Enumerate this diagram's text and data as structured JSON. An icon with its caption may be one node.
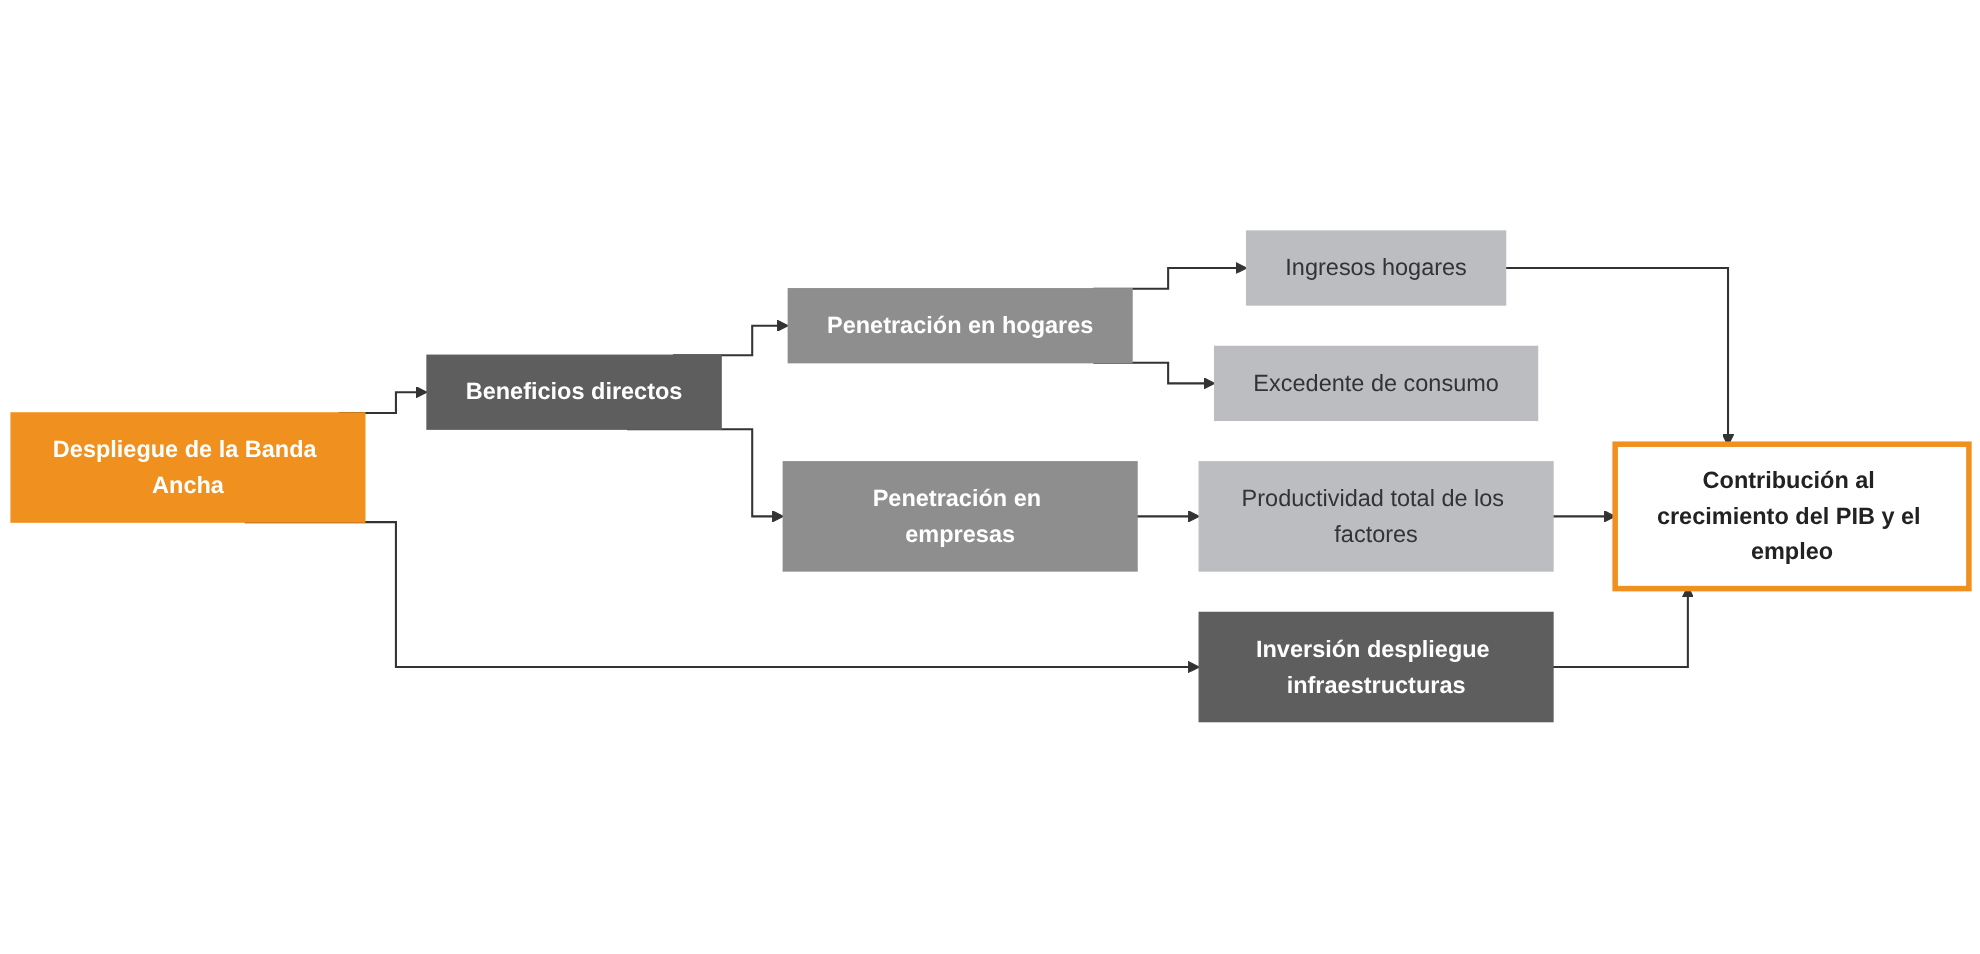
{
  "diagram": {
    "nodes": [
      {
        "text": [
          "Despliegue de la Banda Ancha"
        ]
      },
      {
        "text": [
          "Beneficios directos"
        ]
      },
      {
        "text": [
          "Inversión despliegue infraestructuras"
        ]
      },
      {
        "text": [
          "Penetración en hogares"
        ]
      },
      {
        "text": [
          "Penetración en empresas"
        ]
      },
      {
        "text": [
          "Excedente de consumo"
        ]
      },
      {
        "text": [
          "Ingresos hogares"
        ]
      },
      {
        "text": [
          "Productividad total de los factores"
        ]
      },
      {
        "text": [
          "Contribución al crecimiento del PIB y el empleo"
        ]
      }
    ],
    "edges": [
      {
        "from": 0,
        "to": 1,
        "arrow": "to"
      },
      {
        "from": 0,
        "to": 2,
        "arrow": "to"
      },
      {
        "from": 1,
        "to": 3,
        "arrow": "to"
      },
      {
        "from": 1,
        "to": 4,
        "arrow": "to"
      },
      {
        "from": 3,
        "to": 5,
        "arrow": "to"
      },
      {
        "from": 3,
        "to": 6,
        "arrow": "to"
      },
      {
        "from": 4,
        "to": 7,
        "arrow": "to"
      },
      {
        "from": 6,
        "to": 8,
        "arrow": "to"
      },
      {
        "from": 7,
        "to": 8,
        "arrow": "to"
      },
      {
        "from": 2,
        "to": 8,
        "arrow": "to"
      }
    ]
  }
}
